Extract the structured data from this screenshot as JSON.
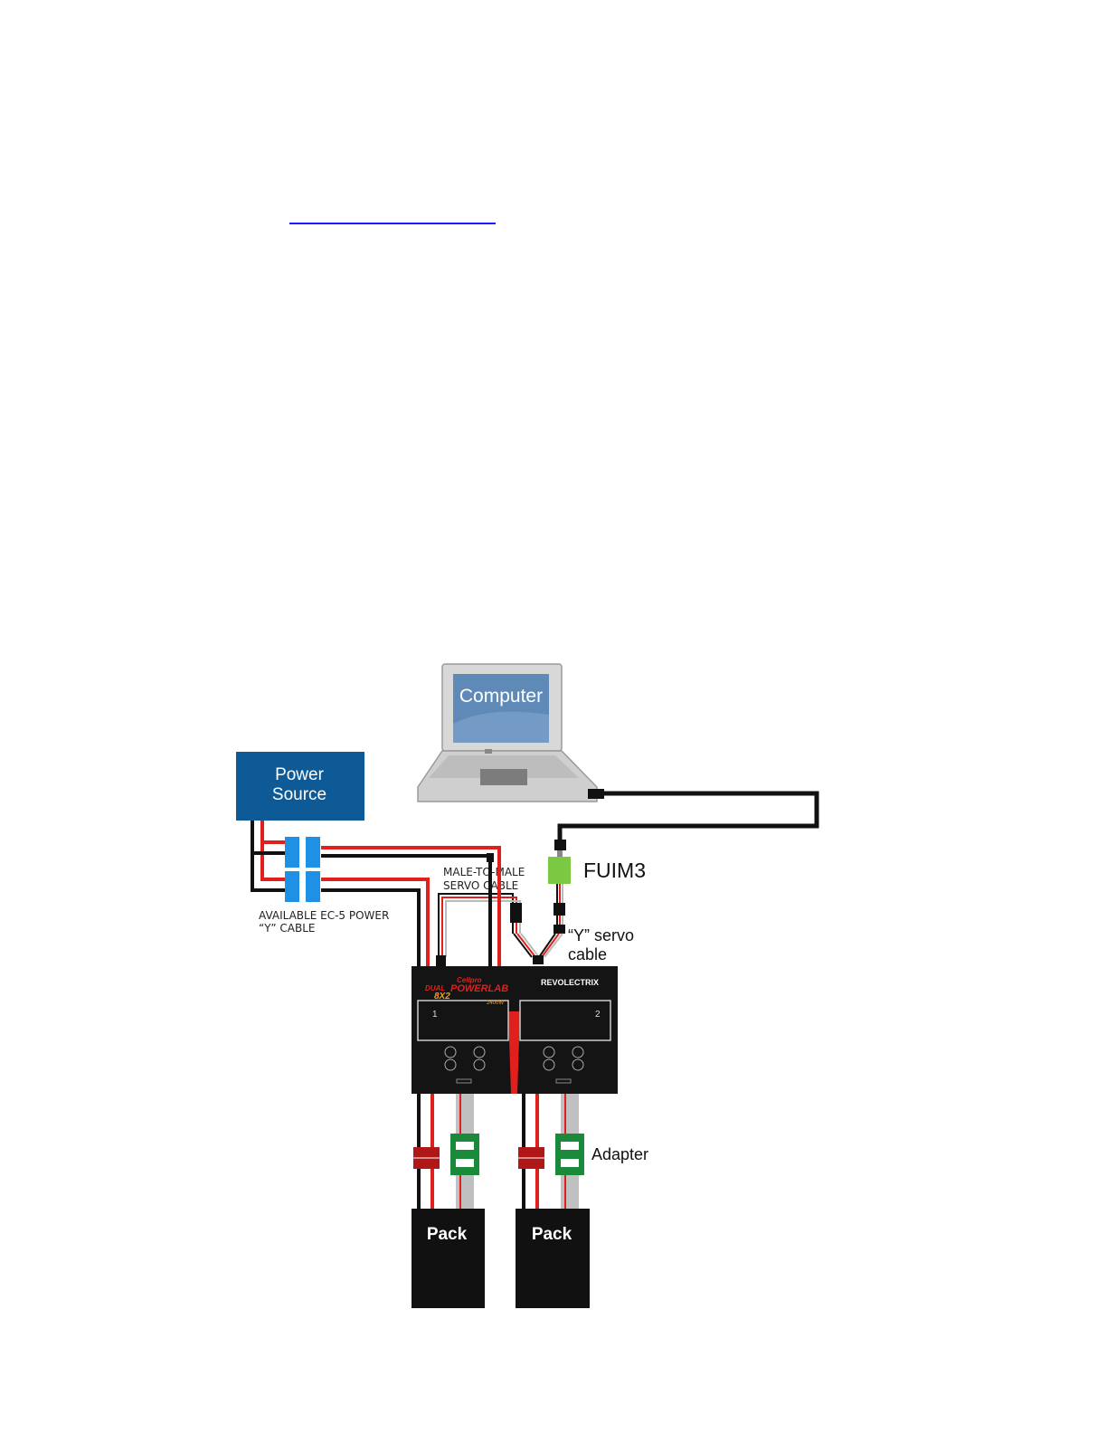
{
  "diagram": {
    "computer_label": "Computer",
    "power_source_label_line1": "Power",
    "power_source_label_line2": "Source",
    "y_power_cable_line1": "AVAILABLE EC-5 POWER",
    "y_power_cable_line2": "“Y” CABLE",
    "servo_cable_line1": "MALE-TO-MALE",
    "servo_cable_line2": "SERVO CABLE",
    "fuim_label": "FUIM3",
    "y_servo_line1": "“Y” servo",
    "y_servo_line2": "cable",
    "adapter_label": "Adapter",
    "pack1_label": "Pack",
    "pack2_label": "Pack",
    "charger": {
      "brand_small": "Cellpro",
      "product_line": "DUAL",
      "product_name": "POWERLAB",
      "product_model": "8X2",
      "maker": "REVOLECTRIX",
      "output_power": "2400W",
      "channel1": "1",
      "channel2": "2"
    }
  },
  "colors": {
    "power_source_fill": "#0d5a96",
    "ec5_connector": "#1e90e6",
    "fuim_fill": "#7bc943",
    "wire_red": "#e0201c",
    "wire_black": "#111111",
    "adapter_green": "#1a8a3a",
    "connector_red": "#b01818",
    "charger_fill": "#141414",
    "link_blue": "#1a1aff"
  }
}
